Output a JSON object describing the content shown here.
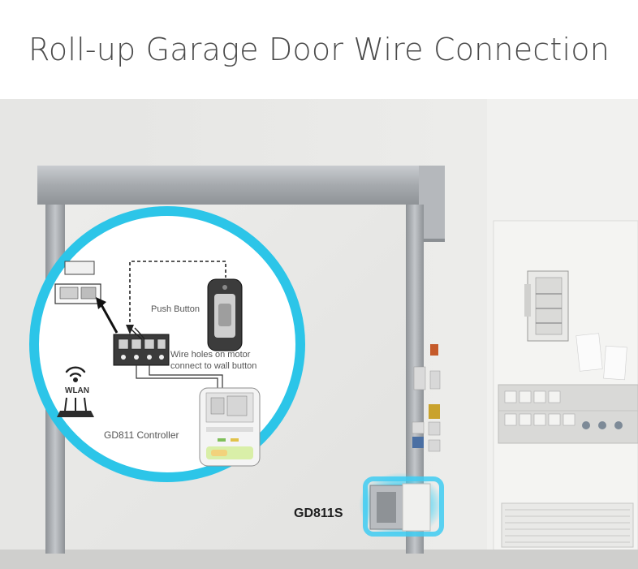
{
  "title": "Roll-up Garage Door Wire Connection",
  "diagram": {
    "push_button_label": "Push Button",
    "wire_holes_line1": "Wire holes on  motor",
    "wire_holes_line2": "connect to wall button",
    "wlan_label": "WLAN",
    "controller_label": "GD811 Controller"
  },
  "device_label": "GD811S",
  "colors": {
    "accent_ring": "#2cc5e8",
    "glow": "#3fd2f5",
    "steel": "#a9adb1"
  }
}
